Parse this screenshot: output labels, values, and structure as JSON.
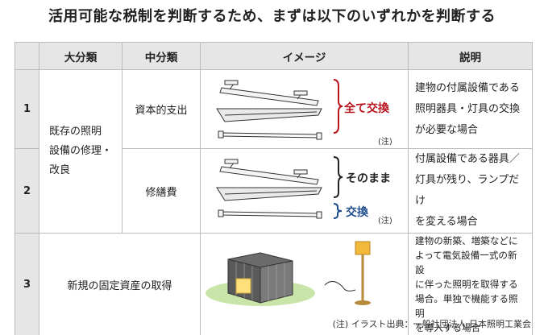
{
  "title": "活用可能な税制を判断するため、まずは以下のいずれかを判断する",
  "headers": [
    "",
    "大分類",
    "中分類",
    "イメージ",
    "説明"
  ],
  "rows": [
    {
      "num": "1",
      "mid": "資本的支出",
      "label_main": "全て交換",
      "note": "(注)",
      "desc": [
        "建物の付属設備である",
        "照明器具・灯具の交換",
        "が必要な場合"
      ]
    },
    {
      "num": "2",
      "mid": "修繕費",
      "label_keep": "そのまま",
      "label_swap": "交換",
      "note": "(注)",
      "desc": [
        "付属設備である器具／",
        "灯具が残り、ランプだけ",
        "を変える場合"
      ]
    },
    {
      "num": "3",
      "merged": "新規の固定資産の取得",
      "desc": [
        "建物の新築、増築などに",
        "よって電気設備一式の新設",
        "に伴った照明を取得する",
        "場合。単独で機能する照明",
        "を導入する場合"
      ]
    }
  ],
  "major_1_2": [
    "既存の照明",
    "設備の修理・",
    "改良"
  ],
  "footnote": "(注) イラスト出典：一般社団法人 日本照明工業会",
  "colors": {
    "header_bg": "#e6e6e6",
    "red": "#b8141e",
    "blue": "#1f4d8c",
    "border": "#bcbcbc"
  }
}
